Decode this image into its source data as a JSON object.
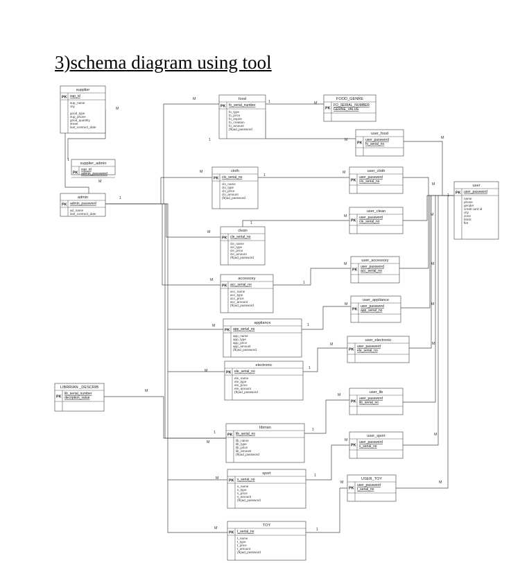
{
  "heading": "3)schema diagram using tool",
  "pk_label": "PK",
  "entities": {
    "supplier": {
      "name": "supplier",
      "keys": [
        "sup_id"
      ],
      "attrs": [
        "sup_name",
        "city",
        "",
        "good_type",
        "sup_phone",
        "good_quantity",
        "street",
        "last_contract_date"
      ]
    },
    "supplier_admin": {
      "name": "supplier_admin",
      "keys": [
        "sup_id",
        "admin_password"
      ],
      "attrs": []
    },
    "admin": {
      "name": "admin",
      "keys": [
        "admin_password"
      ],
      "attrs": [
        "ad_name",
        "last_contract_date"
      ]
    },
    "food": {
      "name": "food",
      "keys": [
        "fo_serial_number"
      ],
      "attrs": [
        "fo_type",
        "fo_price",
        "fo_expire",
        "fo_creation",
        "fo_amount",
        "(fk)ad_password"
      ]
    },
    "food_genre": {
      "name": "FOOD_GENRE",
      "keys": [
        "FO_SERIAL_NUMBER",
        "GERNE_VALUE"
      ],
      "attrs": []
    },
    "user_food": {
      "name": "user_food",
      "keys": [
        "user_password",
        "fo_serial_no"
      ],
      "attrs": []
    },
    "cloth": {
      "name": "cloth",
      "keys": [
        "clo_serial_no"
      ],
      "attrs": [
        "clo_name",
        "clo_type",
        "clo_price",
        "clo_amount",
        "(fk)ad_password"
      ]
    },
    "user_cloth": {
      "name": "user_cloth",
      "keys": [
        "user_password",
        "clo_serial_no"
      ],
      "attrs": []
    },
    "user": {
      "name": "user",
      "keys": [
        "user_password"
      ],
      "attrs": [
        "name",
        "phone",
        "gender",
        "credit card id",
        "city",
        "zone",
        "block",
        "flat"
      ]
    },
    "clean": {
      "name": "clean",
      "keys": [
        "cle_serial_no"
      ],
      "attrs": [
        "cle_name",
        "cle_type",
        "cle_price",
        "cle_amount",
        "(fk)ad_password"
      ]
    },
    "user_clean": {
      "name": "user_clean",
      "keys": [
        "user_password",
        "cle_serial_no"
      ],
      "attrs": []
    },
    "accessory": {
      "name": "accessory",
      "keys": [
        "acc_serial_no"
      ],
      "attrs": [
        "acc_name",
        "acc_type",
        "acc_price",
        "acc_amount",
        "(fk)ad_password"
      ]
    },
    "user_accessory": {
      "name": "user_accessory",
      "keys": [
        "user_password",
        "acc_serial_no"
      ],
      "attrs": []
    },
    "user_appliance": {
      "name": "user_appliance",
      "keys": [
        "user_password",
        "app_serial_no"
      ],
      "attrs": []
    },
    "appliance": {
      "name": "appliance",
      "keys": [
        "app_serial_no"
      ],
      "attrs": [
        "app_name",
        "app_type",
        "app_price",
        "app_amount",
        "(fk)ad_password"
      ]
    },
    "user_electronic": {
      "name": "user_electronic",
      "keys": [
        "user_password",
        "ele_serial_no"
      ],
      "attrs": []
    },
    "electronic": {
      "name": "electronic",
      "keys": [
        "ele_serial_no"
      ],
      "attrs": [
        "ele_name",
        "ele_type",
        "ele_price",
        "ele_amount",
        "(fk)ad_password"
      ]
    },
    "librarian_describ": {
      "name": "LIBRRIAN _DESCRIB",
      "keys": [
        "lib_serial_number",
        "decription_value"
      ],
      "attrs": []
    },
    "user_lib": {
      "name": "user_lib",
      "keys": [
        "user_password",
        "lib_serial_no"
      ],
      "attrs": []
    },
    "librarian": {
      "name": "librrian",
      "keys": [
        "lib_serial_no"
      ],
      "attrs": [
        "lib_name",
        "lib_type",
        "lib_price",
        "lib_amount",
        "(fk)ad_password"
      ]
    },
    "user_sport": {
      "name": "user_sport",
      "keys": [
        "user_password",
        "s_serial_no"
      ],
      "attrs": []
    },
    "sport": {
      "name": "sport",
      "keys": [
        "s_serial_no"
      ],
      "attrs": [
        "s_name",
        "s_type",
        "s_price",
        "s_amount",
        "(fk)ad_password"
      ]
    },
    "user_toy": {
      "name": "USER_TOY",
      "keys": [
        "user_password",
        "t_serial_no"
      ],
      "attrs": []
    },
    "toy": {
      "name": "TOY",
      "keys": [
        "t_serial_no"
      ],
      "attrs": [
        "t_name",
        "t_type",
        "t_price",
        "t_amount",
        "(fk)ad_password"
      ]
    }
  },
  "cardinalities": {
    "one": "1",
    "many": "M"
  }
}
